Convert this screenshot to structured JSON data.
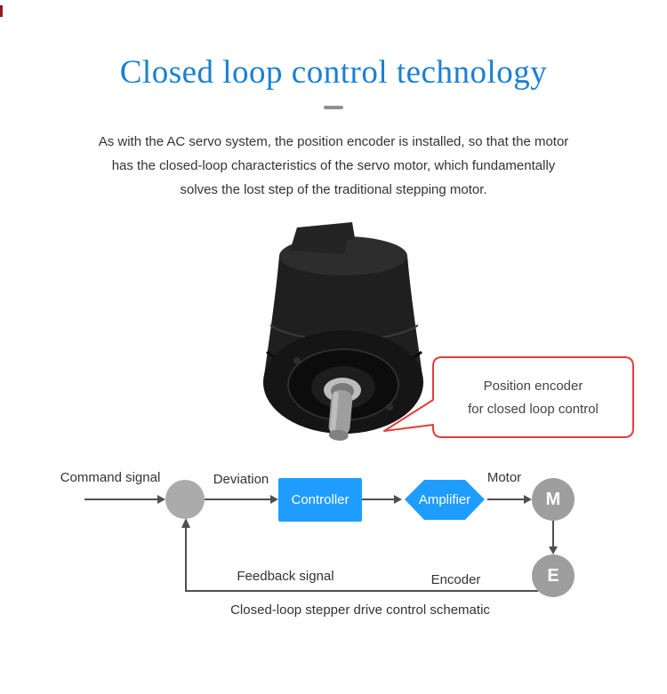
{
  "header": {
    "title": "Closed loop control technology",
    "intro": [
      "As with the AC servo system, the position encoder is installed, so that the motor",
      "has the closed-loop characteristics of the servo motor, which fundamentally",
      "solves the lost step of the traditional stepping motor."
    ]
  },
  "callout": {
    "line1": "Position encoder",
    "line2": "for closed loop control"
  },
  "diagram": {
    "labels": {
      "command_signal": "Command signal",
      "deviation": "Deviation",
      "controller": "Controller",
      "amplifier": "Amplifier",
      "motor": "Motor",
      "motor_letter": "M",
      "encoder_letter": "E",
      "feedback_signal": "Feedback signal",
      "encoder": "Encoder",
      "caption": "Closed-loop stepper drive control schematic"
    }
  },
  "colors": {
    "title_blue": "#1b80d2",
    "box_blue": "#1e9dff",
    "sum_gray": "#ababab",
    "node_gray": "#9e9e9e",
    "arrow_gray": "#4f4f4f",
    "callout_red": "#e53c3c",
    "body_text": "#333333"
  }
}
